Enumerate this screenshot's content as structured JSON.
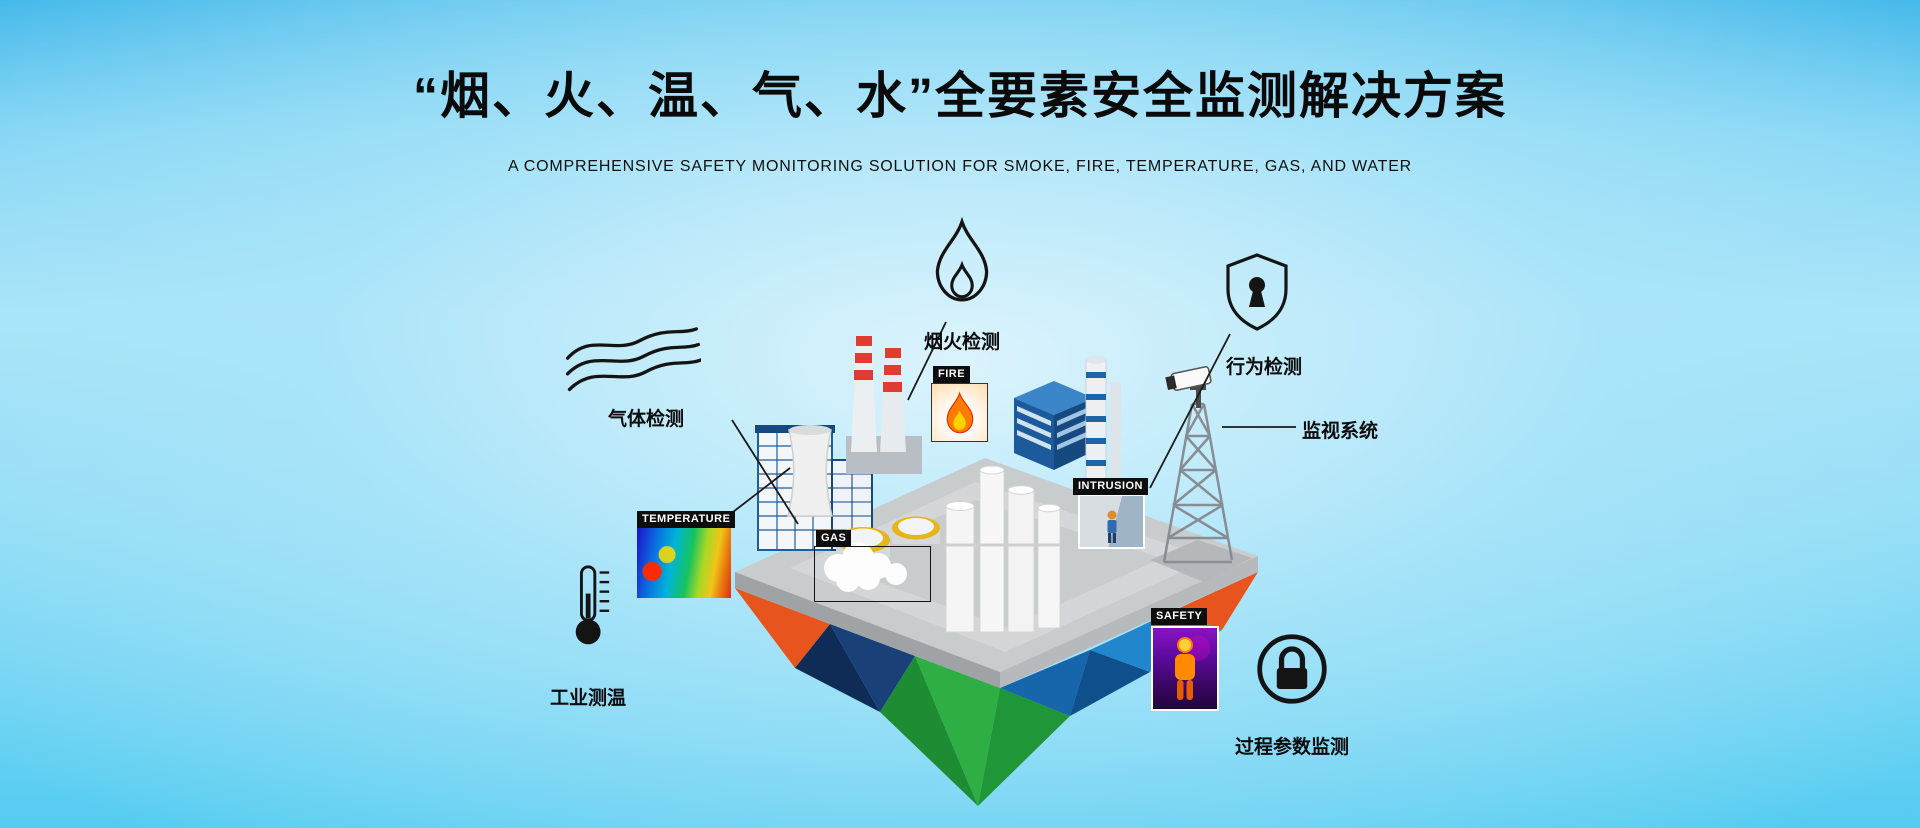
{
  "header": {
    "title": "“烟、火、温、气、水”全要素安全监测解决方案",
    "subtitle": "A COMPREHENSIVE SAFETY MONITORING SOLUTION FOR SMOKE, FIRE, TEMPERATURE, GAS, AND WATER"
  },
  "callouts": {
    "smoke_fire": "烟火检测",
    "behavior": "行为检测",
    "surveillance": "监视系统",
    "gas": "气体检测",
    "temperature": "工业测温",
    "process": "过程参数监测"
  },
  "scene_tags": {
    "temperature": "TEMPERATURE",
    "fire": "FIRE",
    "gas": "GAS",
    "intrusion": "INTRUSION",
    "safety": "SAFETY"
  },
  "icons": {
    "flame": "flame-outline-icon",
    "shield": "shield-keyhole-icon",
    "gas_waves": "gas-waves-icon",
    "thermometer": "thermometer-icon",
    "lock": "padlock-circle-icon",
    "camera": "cctv-camera"
  },
  "colors": {
    "sky_top": "#3fb6e9",
    "sky_light": "#d9f3fc",
    "sky_bottom": "#55ccf1",
    "facet_orange": "#e8541d",
    "facet_navy": "#1a4079",
    "facet_green": "#2fae44",
    "facet_blue": "#2286cd",
    "platform_gray": "#c9cccd",
    "text": "#0a0a0a",
    "tag_bg": "#0d0d0d",
    "chimney_stripe": "#e03c31",
    "tank_ring_yellow": "#e6b41c",
    "steel_blue": "#1d5e9e"
  }
}
